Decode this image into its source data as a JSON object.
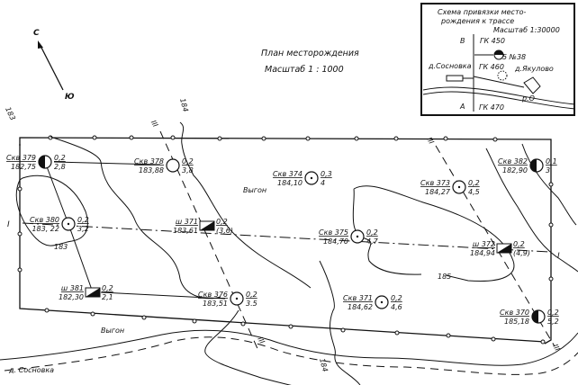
{
  "title": "План месторождения",
  "scale": "Масштаб   1 : 1000",
  "north": {
    "n": "С",
    "s": "Ю"
  },
  "areas": {
    "pasture1": "Выгон",
    "pasture2": "Выгон",
    "village": "д. Сосновка"
  },
  "contours": {
    "c183a": "183",
    "c183b": "183",
    "c184a": "184",
    "c184b": "184",
    "c185": "185"
  },
  "profiles": {
    "p1_left": "I",
    "p1_right": "I",
    "p3a_top": "III",
    "p3b_top": "III",
    "p3b_bottom": "III",
    "p3a_bottom": "III"
  },
  "wells": [
    {
      "name": "Скв 379",
      "elev": "182,75",
      "top": "0,2",
      "bottom": "2,8",
      "type": "half"
    },
    {
      "name": "Скв 378",
      "elev": "183,88",
      "top": "0,2",
      "bottom": "3,8",
      "type": "open"
    },
    {
      "name": "Скв 374",
      "elev": "184,10",
      "top": "0,3",
      "bottom": "4",
      "type": "dot"
    },
    {
      "name": "Скв 373",
      "elev": "184,27",
      "top": "0,2",
      "bottom": "4,5",
      "type": "dot"
    },
    {
      "name": "Скв 382",
      "elev": "182,90",
      "top": "0,1",
      "bottom": "3",
      "type": "half"
    },
    {
      "name": "Скв 380",
      "elev": "183, 22",
      "top": "0,2",
      "bottom": "3,2",
      "type": "dot"
    },
    {
      "name": "ш 371",
      "elev": "183,61",
      "top": "0,2",
      "bottom": "(3,6)",
      "type": "shaft"
    },
    {
      "name": "Скв 375",
      "elev": "184,70",
      "top": "0,2",
      "bottom": "4,7",
      "type": "dot"
    },
    {
      "name": "ш 372",
      "elev": "184,94",
      "top": "0,2",
      "bottom": "(4,9)",
      "type": "shaft"
    },
    {
      "name": "ш 381",
      "elev": "182,30",
      "top": "0,2",
      "bottom": "2,1",
      "type": "shaft"
    },
    {
      "name": "Скв 376",
      "elev": "183,51",
      "top": "0,2",
      "bottom": "3.5",
      "type": "dot"
    },
    {
      "name": "Скв 371",
      "elev": "184,62",
      "top": "0,2",
      "bottom": "4,6",
      "type": "dot"
    },
    {
      "name": "Скв 370",
      "elev": "185,18",
      "top": "0,2",
      "bottom": "5,2",
      "type": "half"
    }
  ],
  "inset": {
    "title1": "Схема привязки место-",
    "title2": "рождения к трассе",
    "scale": "Масштаб 1:30000",
    "pk450": "ГК 450",
    "pk460": "ГК 460",
    "pk470": "ГК 470",
    "village1": "д.Сосновка",
    "village2": "д.Якулово",
    "deposit": "5 №38",
    "river": "р.О",
    "markB": "В",
    "markA": "А"
  }
}
